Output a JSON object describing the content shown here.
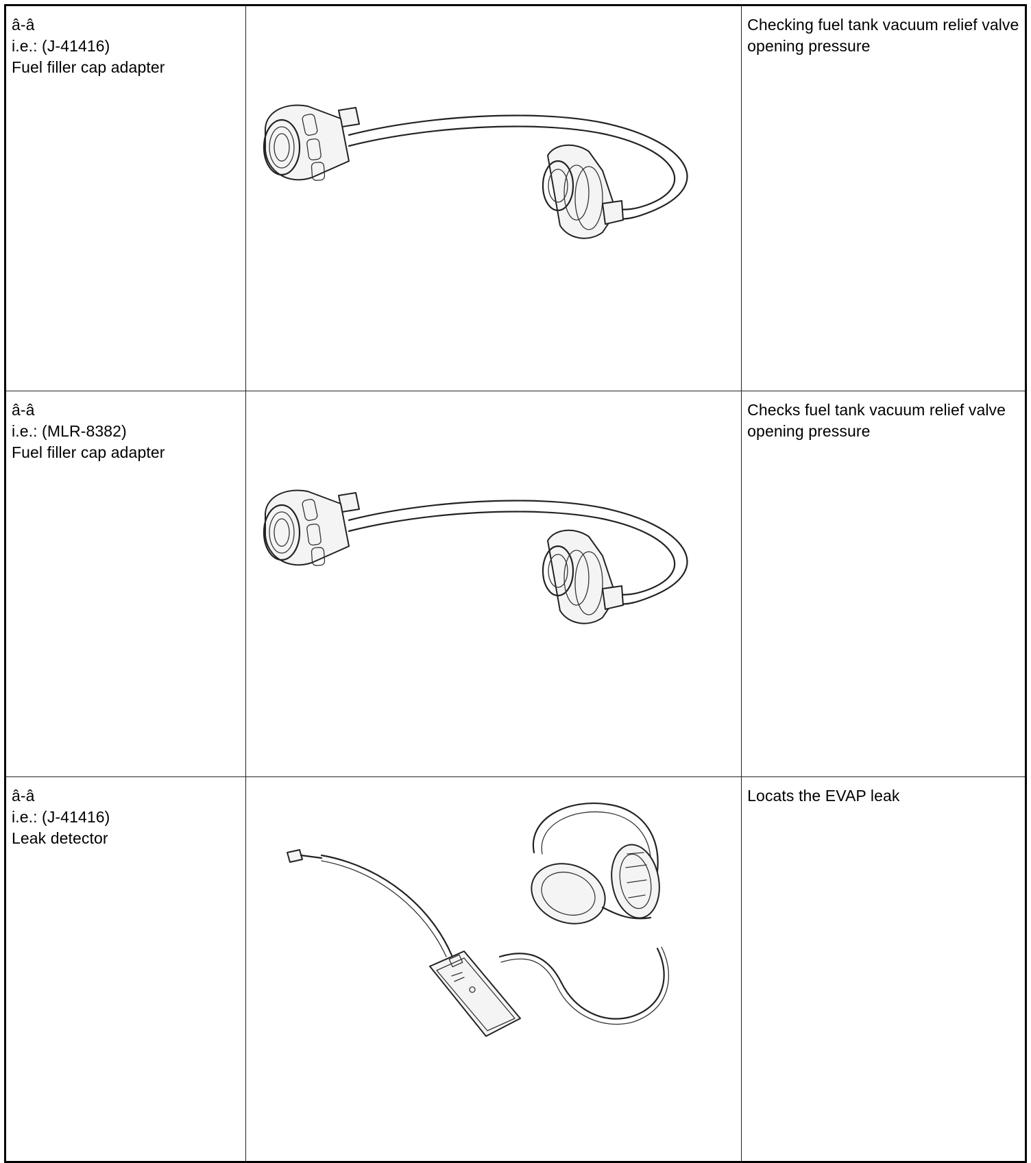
{
  "rows": [
    {
      "symbol": "â-â",
      "part": "i.e.: (J-41416)",
      "name": "Fuel filler cap adapter",
      "description": "Checking fuel tank vacuum relief\nvalve opening pressure",
      "image_icon": "fuel-filler-cap-adapter-icon"
    },
    {
      "symbol": "â-â",
      "part": "i.e.: (MLR-8382)",
      "name": "Fuel filler cap adapter",
      "description": "Checks fuel tank vacuum relief\nvalve opening pressure",
      "image_icon": "fuel-filler-cap-adapter-icon"
    },
    {
      "symbol": "â-â",
      "part": "i.e.: (J-41416)",
      "name": "Leak detector",
      "description": "Locats the EVAP leak",
      "image_icon": "leak-detector-icon"
    }
  ]
}
